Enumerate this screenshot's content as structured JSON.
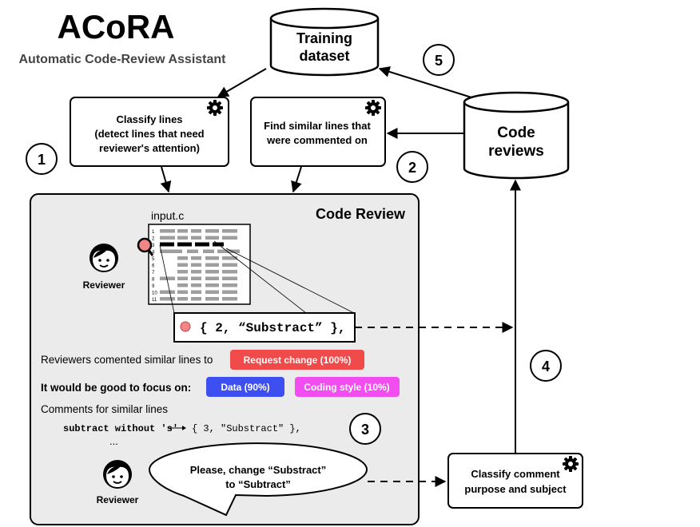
{
  "header": {
    "title": "ACoRA",
    "subtitle": "Automatic Code-Review Assistant"
  },
  "nodes": {
    "training_dataset": {
      "line1": "Training",
      "line2": "dataset"
    },
    "code_reviews": {
      "line1": "Code",
      "line2": "reviews"
    },
    "classify_lines": {
      "line1": "Classify lines",
      "line2": "(detect lines that need",
      "line3": "reviewer's attention)"
    },
    "find_similar": {
      "line1": "Find similar lines that",
      "line2": "were commented on"
    },
    "classify_comment": {
      "line1": "Classify comment",
      "line2": "purpose and subject"
    }
  },
  "steps": [
    "1",
    "2",
    "3",
    "4",
    "5"
  ],
  "code_review": {
    "title": "Code Review",
    "file_name": "input.c",
    "line_numbers": [
      "1",
      "2",
      "3",
      "4",
      "5",
      "6",
      "7",
      "8",
      "9",
      "10",
      "11"
    ],
    "reviewer_label_top": "Reviewer",
    "reviewer_label_bottom": "Reviewer",
    "highlighted_code": "{ 2, “Substract” },",
    "similar_prefix": "Reviewers comented similar lines to",
    "request_badge": "Request change (100%)",
    "focus_label": "It would be good to focus on:",
    "data_badge": "Data (90%)",
    "style_badge": "Coding style (10%)",
    "comments_heading": "Comments for similar lines",
    "comment_text": "subtract without 's'",
    "comment_code": "{ 3, \"Substract\" },",
    "ellipsis_left": "...",
    "ellipsis_right": "...",
    "speech_line1": "Please, change “Substract”",
    "speech_line2": "to “Subtract”"
  },
  "colors": {
    "request_badge": "#f04a4a",
    "data_badge": "#3d4ff0",
    "style_badge": "#f24df0",
    "panel_bg": "#ebebeb",
    "code_bar": "#9e9e9e"
  }
}
